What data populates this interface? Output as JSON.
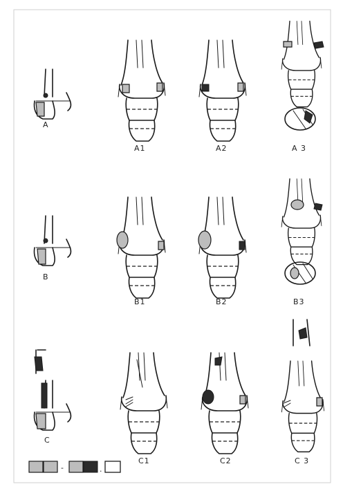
{
  "figure": {
    "panels": [
      {
        "id": "A",
        "label": "A"
      },
      {
        "id": "A1",
        "label": "A1"
      },
      {
        "id": "A2",
        "label": "A2"
      },
      {
        "id": "A3",
        "label": "A 3"
      },
      {
        "id": "B",
        "label": "B"
      },
      {
        "id": "B1",
        "label": "B1"
      },
      {
        "id": "B2",
        "label": "B2"
      },
      {
        "id": "B3",
        "label": "B3"
      },
      {
        "id": "C",
        "label": "C"
      },
      {
        "id": "C1",
        "label": "C1"
      },
      {
        "id": "C2",
        "label": "C2"
      },
      {
        "id": "C3",
        "label": "C 3"
      }
    ],
    "legend": {
      "separator": "-",
      "dot": "."
    }
  }
}
